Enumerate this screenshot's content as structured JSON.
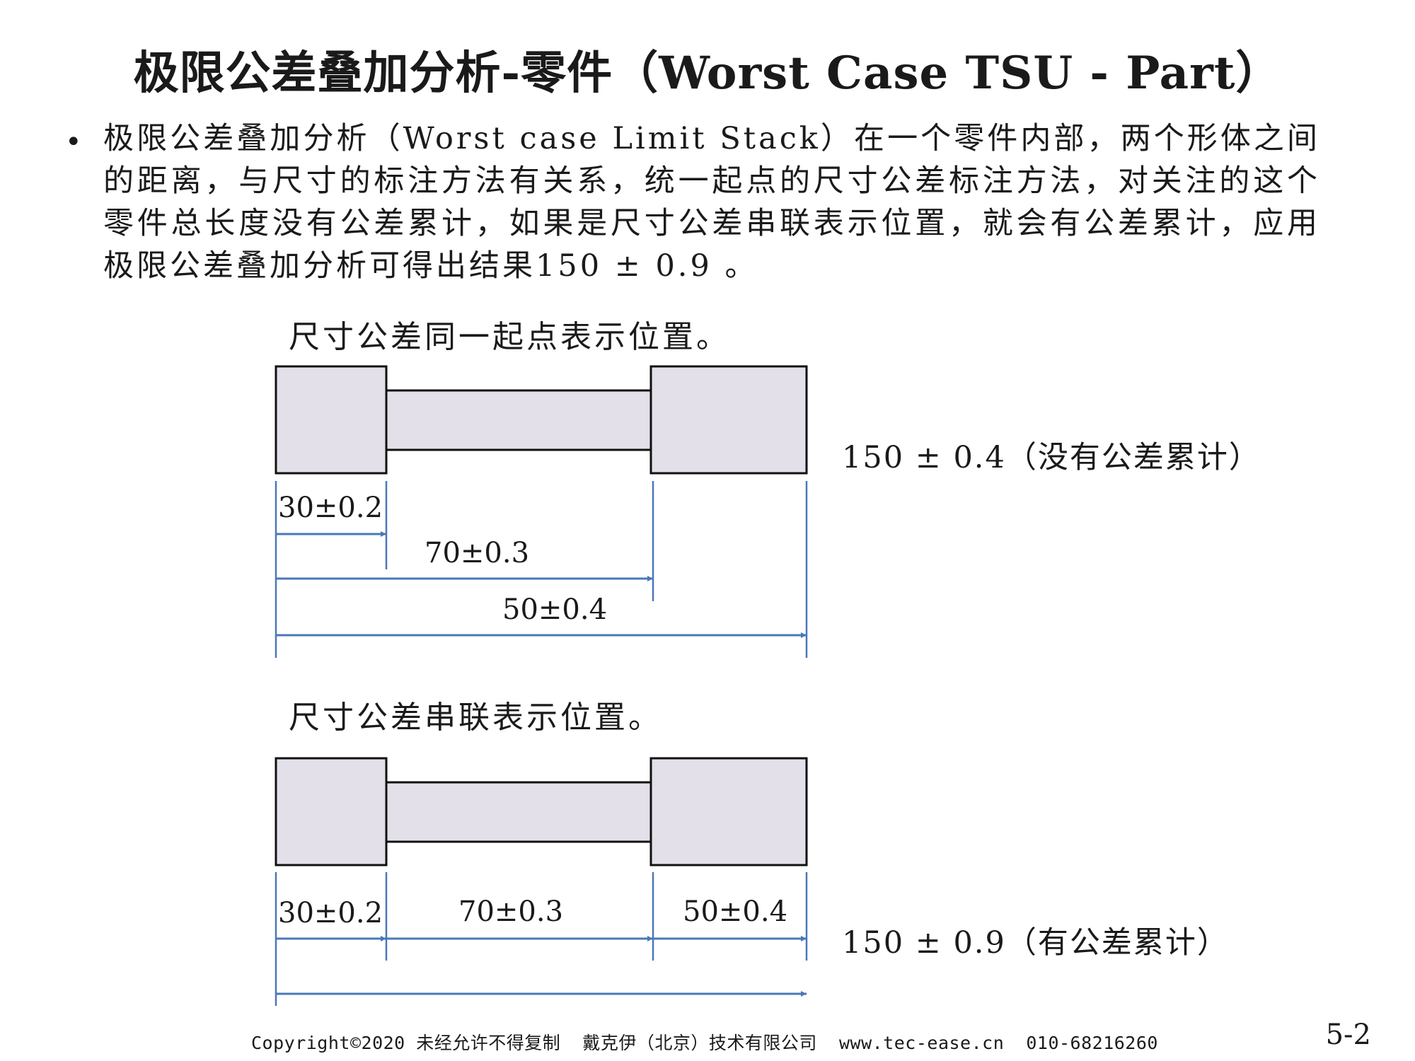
{
  "title": "极限公差叠加分析-零件（Worst Case TSU - Part）",
  "bullet": "极限公差叠加分析（Worst case Limit Stack）在一个零件内部，两个形体之间的距离，与尺寸的标注方法有关系，统一起点的尺寸公差标注方法，对关注的这个零件总长度没有公差累计，如果是尺寸公差串联表示位置，就会有公差累计，应用极限公差叠加分析可得出结果150 ± 0.9 。",
  "diagram1": {
    "caption": "尺寸公差同一起点表示位置。",
    "dims": [
      "30±0.2",
      "70±0.3",
      "50±0.4"
    ],
    "result": "150 ± 0.4（没有公差累计）"
  },
  "diagram2": {
    "caption": "尺寸公差串联表示位置。",
    "dims": [
      "30±0.2",
      "70±0.3",
      "50±0.4"
    ],
    "result": "150 ± 0.9（有公差累计）"
  },
  "footer": "Copyright©2020 未经允许不得复制  戴克伊（北京）技术有限公司  www.tec-ease.cn  010-68216260",
  "page_number": "5-2",
  "colors": {
    "part_fill": "#e3e0ea",
    "part_stroke": "#111111",
    "dimension_line": "#4a78b8"
  }
}
